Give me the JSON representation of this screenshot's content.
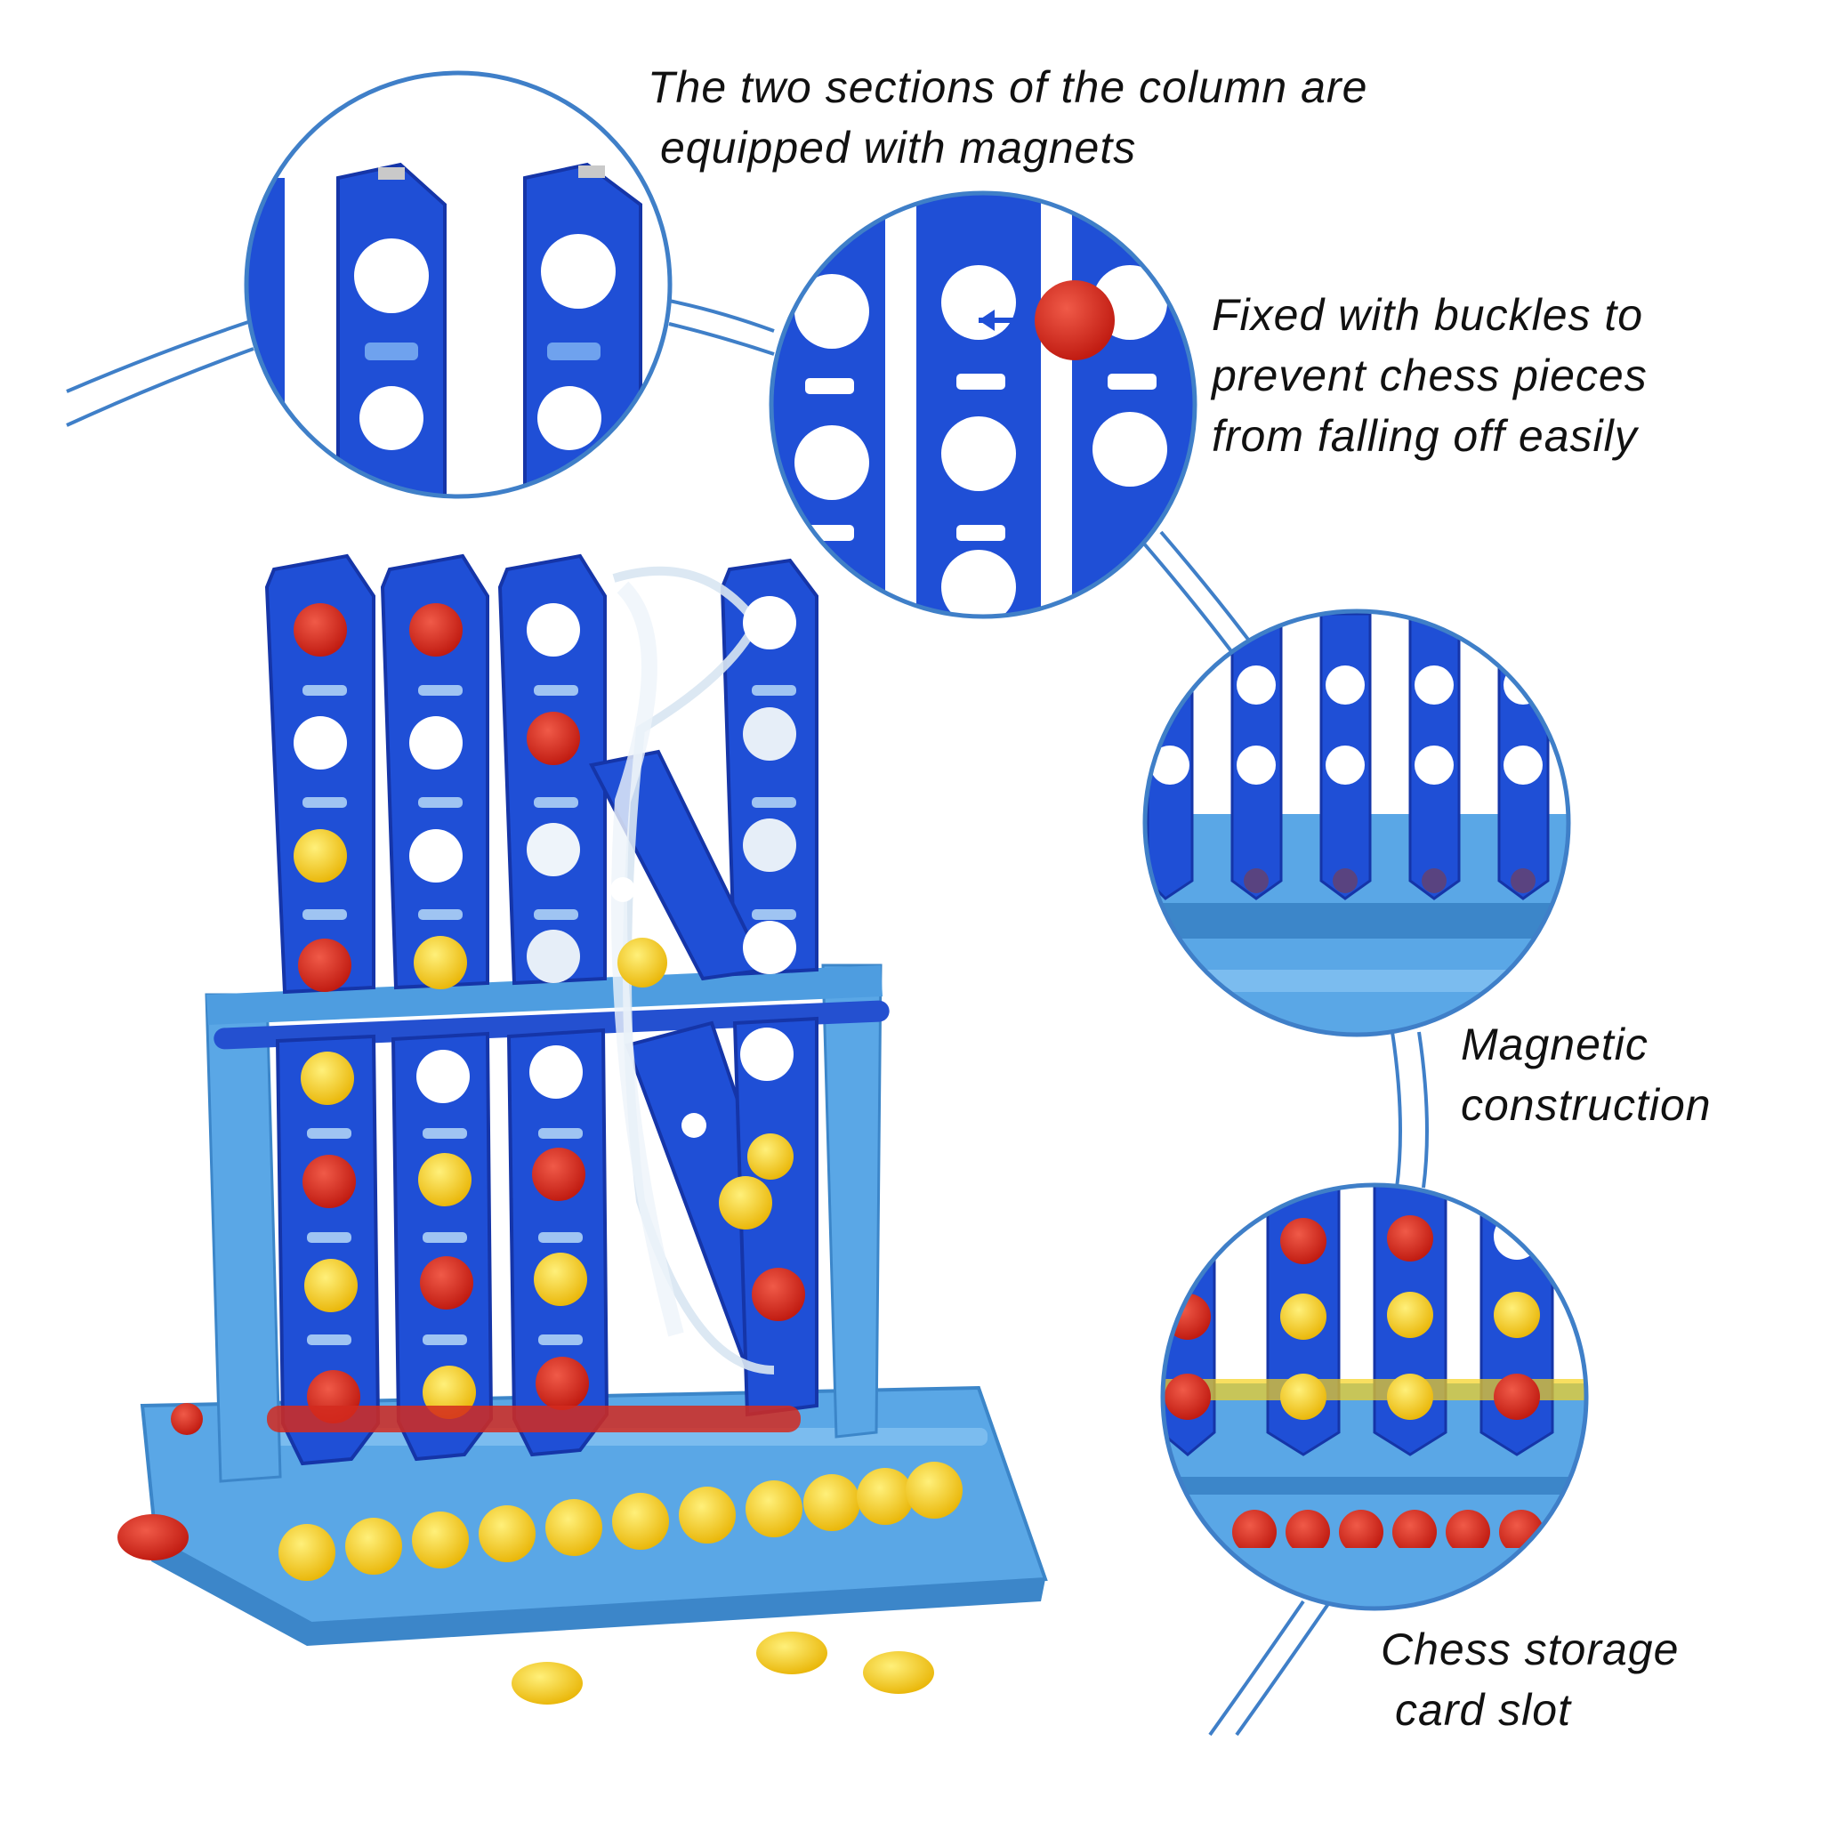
{
  "callouts": {
    "magnets": {
      "line1": "The two sections of the column are",
      "line2": "equipped with magnets"
    },
    "buckles": {
      "line1": "Fixed with buckles to",
      "line2": "prevent chess pieces",
      "line3": "from falling off easily"
    },
    "magnetic": {
      "line1": "Magnetic",
      "line2": "construction"
    },
    "storage": {
      "line1": "Chess storage",
      "line2": "card slot"
    }
  },
  "colors": {
    "board_blue": "#1f4fd6",
    "board_blue_dark": "#1535a8",
    "base_blue": "#5aa7e6",
    "base_blue_dark": "#3c86c9",
    "connector_line": "#3f7fc8",
    "piece_red": "#d42a1e",
    "piece_yellow": "#f5d21c",
    "hole_white": "#ffffff"
  }
}
